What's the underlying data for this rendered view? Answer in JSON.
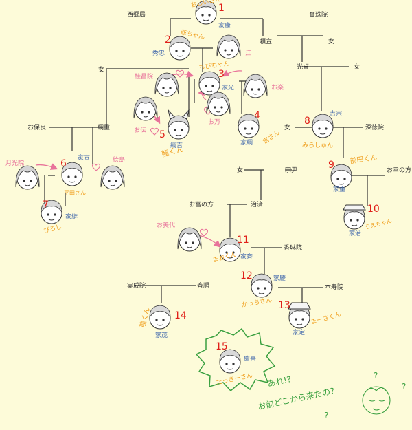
{
  "colors": {
    "background": "#fdfbd9",
    "line": "#333333",
    "number": "#e0201a",
    "shogun_name": "#4a6fae",
    "female_name": "#e8739a",
    "nickname": "#f0a020",
    "bubble_border": "#3aa040",
    "handwriting": "#3aa040"
  },
  "shoguns": [
    {
      "num": "1",
      "name": "家康",
      "nickname": "おじいさん"
    },
    {
      "num": "2",
      "name": "秀忠",
      "nickname": "爺ちゃん"
    },
    {
      "num": "3",
      "name": "家光",
      "nickname": "ちびちゃん"
    },
    {
      "num": "4",
      "name": "家綱",
      "nickname": "宮さん"
    },
    {
      "num": "5",
      "name": "綱吉",
      "nickname": "龍くん"
    },
    {
      "num": "6",
      "name": "家宣",
      "nickname": "平田さん"
    },
    {
      "num": "7",
      "name": "家継",
      "nickname": "ぴろし"
    },
    {
      "num": "8",
      "name": "吉宗",
      "nickname": "みらしゅん"
    },
    {
      "num": "9",
      "name": "家重",
      "nickname": "前田くん"
    },
    {
      "num": "10",
      "name": "家治",
      "nickname": "うえちゃん"
    },
    {
      "num": "11",
      "name": "家斉",
      "nickname": "まおくん"
    },
    {
      "num": "12",
      "name": "家慶",
      "nickname": "かっちさん"
    },
    {
      "num": "13",
      "name": "家定",
      "nickname": "まーさくん"
    },
    {
      "num": "14",
      "name": "家茂",
      "nickname": "龍くん"
    },
    {
      "num": "15",
      "name": "慶喜",
      "nickname": "たっきーさん"
    }
  ],
  "women": {
    "gou": "江",
    "keishoin": "桂昌院",
    "oraku": "お楽",
    "oman": "お万",
    "oden": "お伝",
    "gekkoin": "月光院",
    "ejima": "絵島",
    "omiyo": "お美代"
  },
  "labels": {
    "saigo": "西郷局",
    "hojuin": "寶珠院",
    "yorinobu": "頼宣",
    "onna1": "女",
    "onna2": "女",
    "onna3": "女",
    "onna4": "女",
    "onna5": "女",
    "mitsusada": "光貞",
    "ohoho": "お保良",
    "tsunashige": "綱重",
    "shintokuin": "深徳院",
    "munetada": "宗尹",
    "okoo": "お幸の方",
    "otomi": "お富の方",
    "harusada": "治済",
    "kourin": "香琳院",
    "jitsujoin": "実成院",
    "narijun": "斉順",
    "honjuin": "本寿院"
  },
  "scribble": {
    "line1": "あれ!?",
    "line2": "お前どこから来たの?",
    "q1": "?",
    "q2": "?",
    "q3": "?"
  }
}
